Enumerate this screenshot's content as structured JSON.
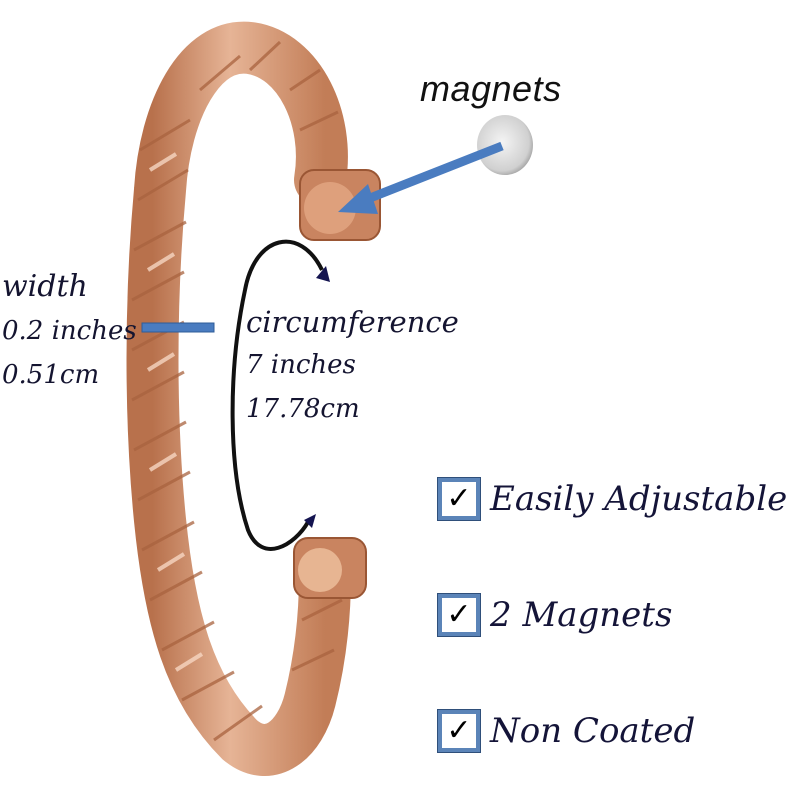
{
  "annotations": {
    "magnets": "magnets",
    "width": {
      "title": "width",
      "inches": "0.2 inches",
      "cm": "0.51cm"
    },
    "circumference": {
      "title": "circumference",
      "inches": "7 inches",
      "cm": "17.78cm"
    }
  },
  "features": [
    {
      "check": "✓",
      "label": "Easily Adjustable"
    },
    {
      "check": "✓",
      "label": "2 Magnets"
    },
    {
      "check": "✓",
      "label": "Non Coated"
    }
  ],
  "colors": {
    "copper": "#d79b7a",
    "copper_dark": "#b86f4a",
    "arrow_blue": "#4a7cc0",
    "text_navy": "#141438",
    "checkbox_border": "#5b84b8"
  }
}
